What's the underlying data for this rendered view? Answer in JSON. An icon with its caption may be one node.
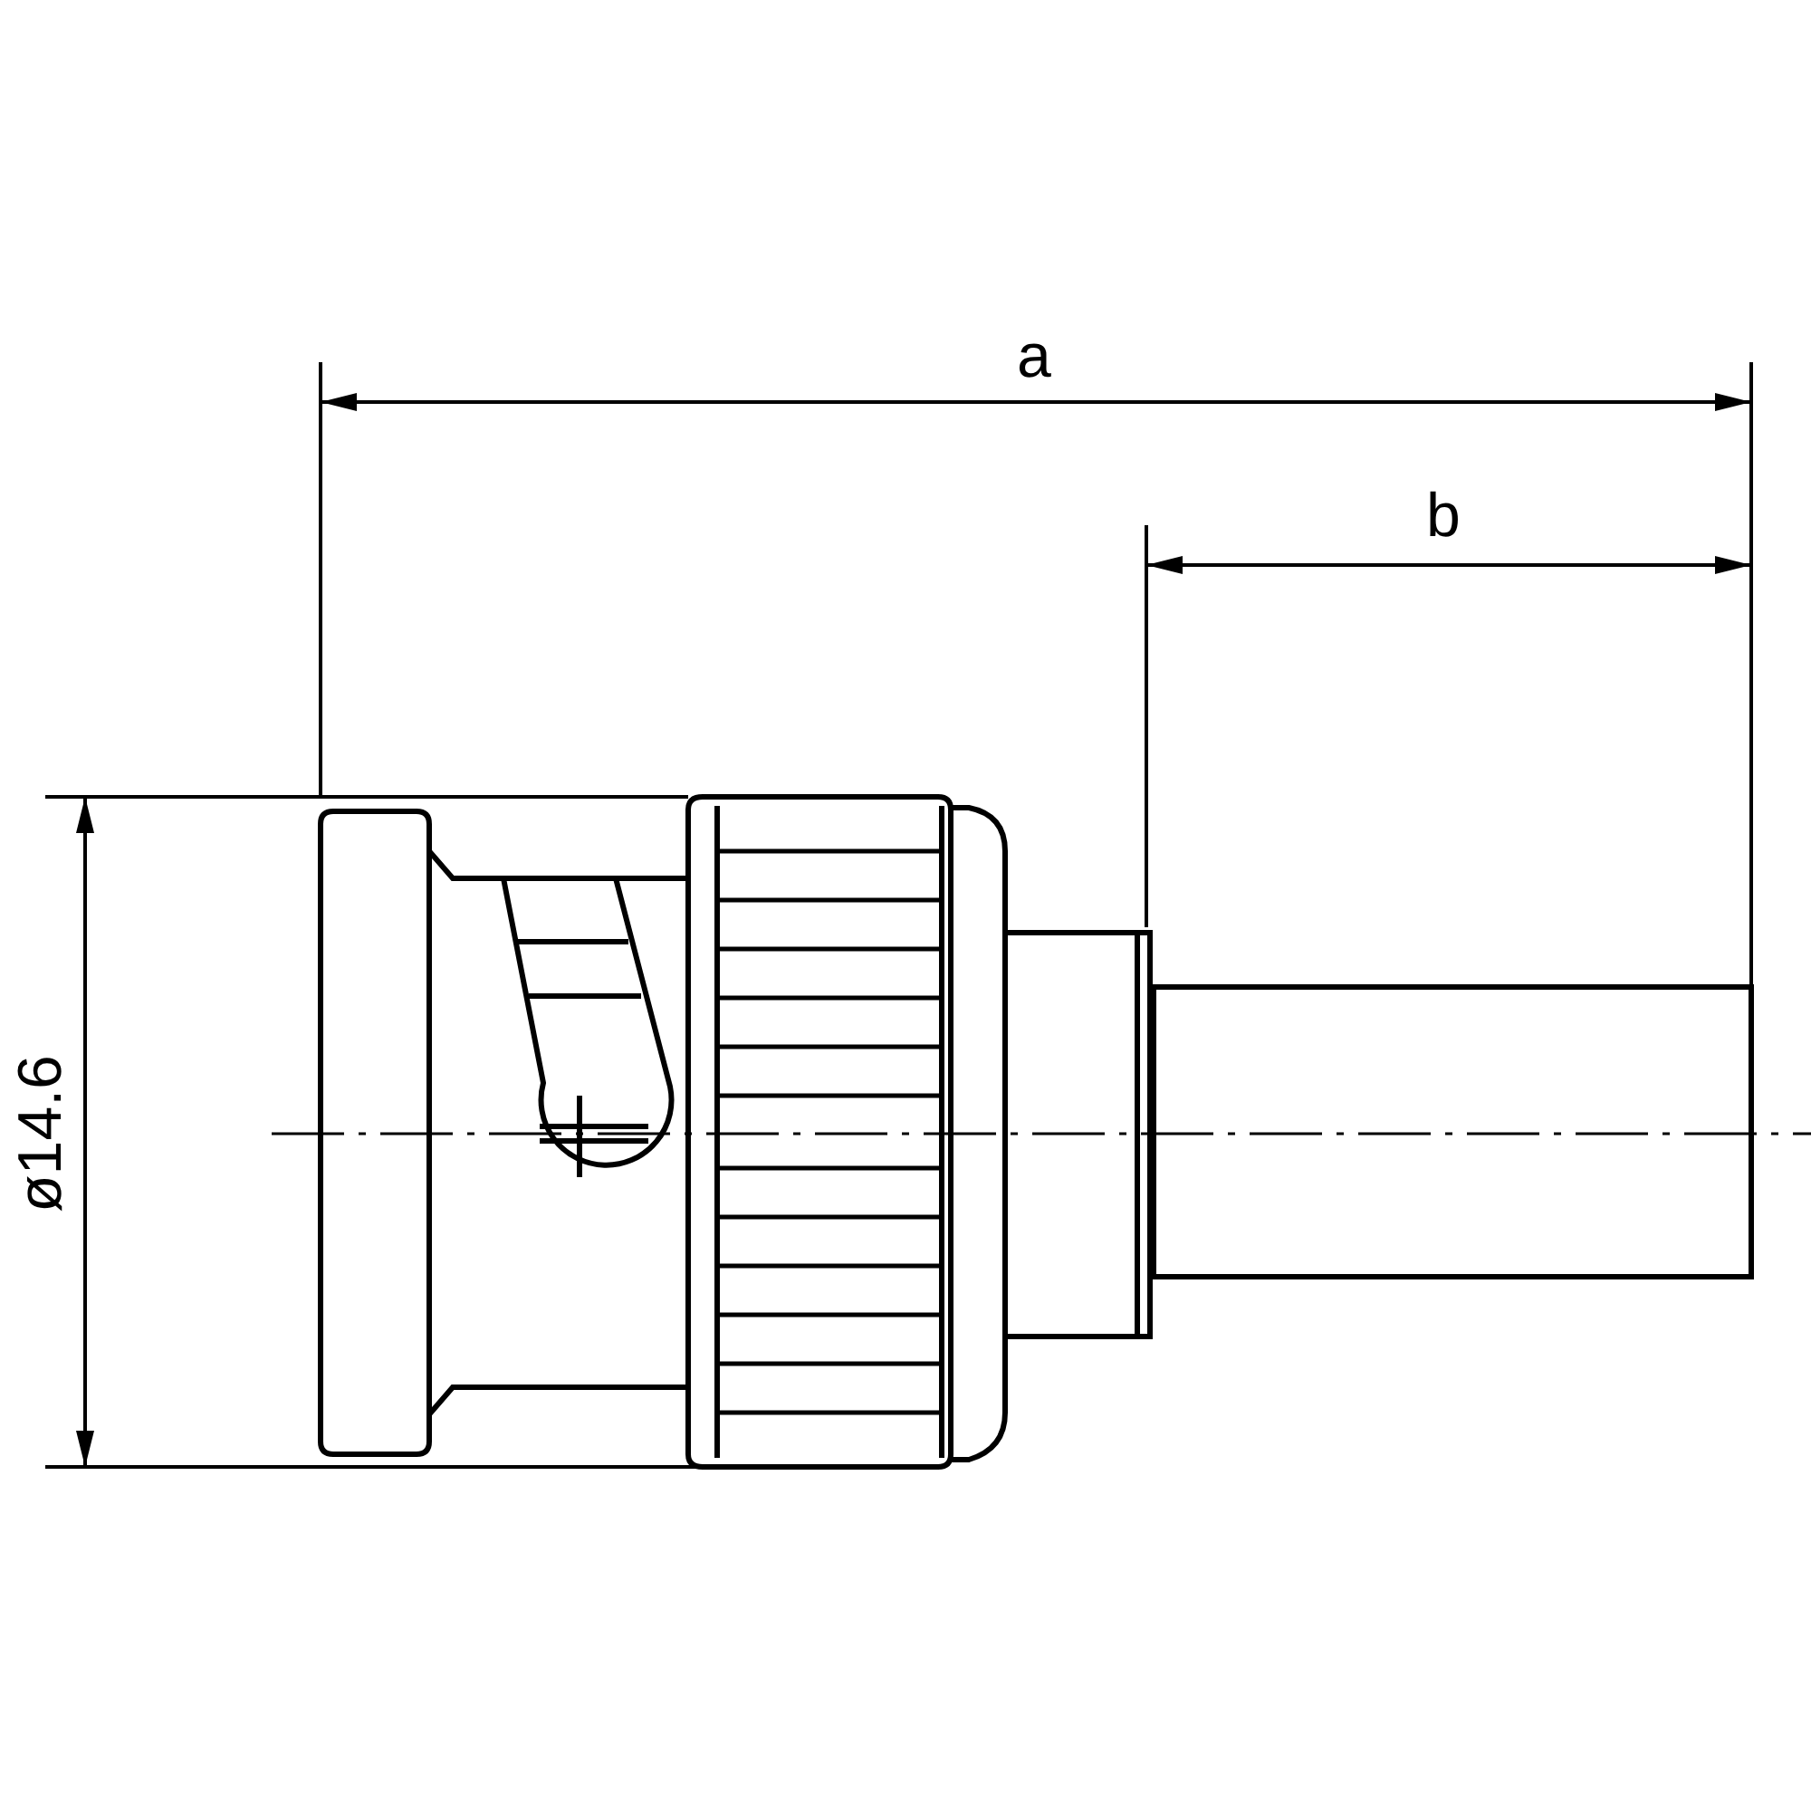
{
  "diagram": {
    "labels": [
      "a",
      "b",
      "ø14.6"
    ]
  }
}
